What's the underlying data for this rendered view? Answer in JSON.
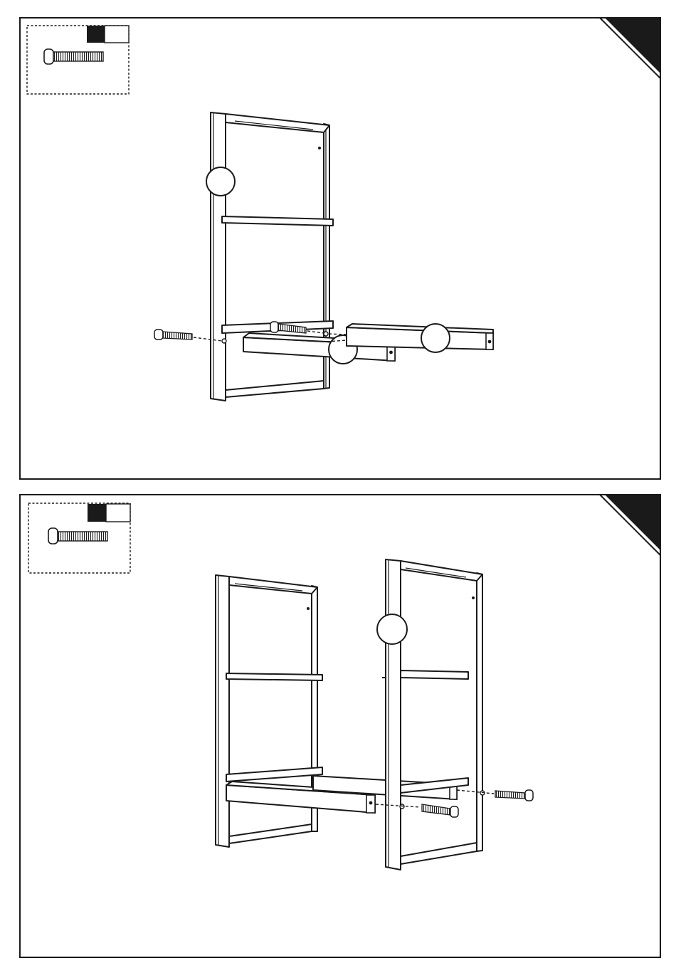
{
  "steps": [
    {
      "id": "step-a",
      "hardware": {
        "item": "bolt",
        "icon": "bolt-icon"
      },
      "callouts": [
        "",
        "",
        ""
      ]
    },
    {
      "id": "step-b",
      "hardware": {
        "item": "bolt",
        "icon": "bolt-icon"
      },
      "callouts": [
        ""
      ]
    }
  ],
  "colors": {
    "line": "#1a1a1a",
    "background": "#ffffff"
  }
}
